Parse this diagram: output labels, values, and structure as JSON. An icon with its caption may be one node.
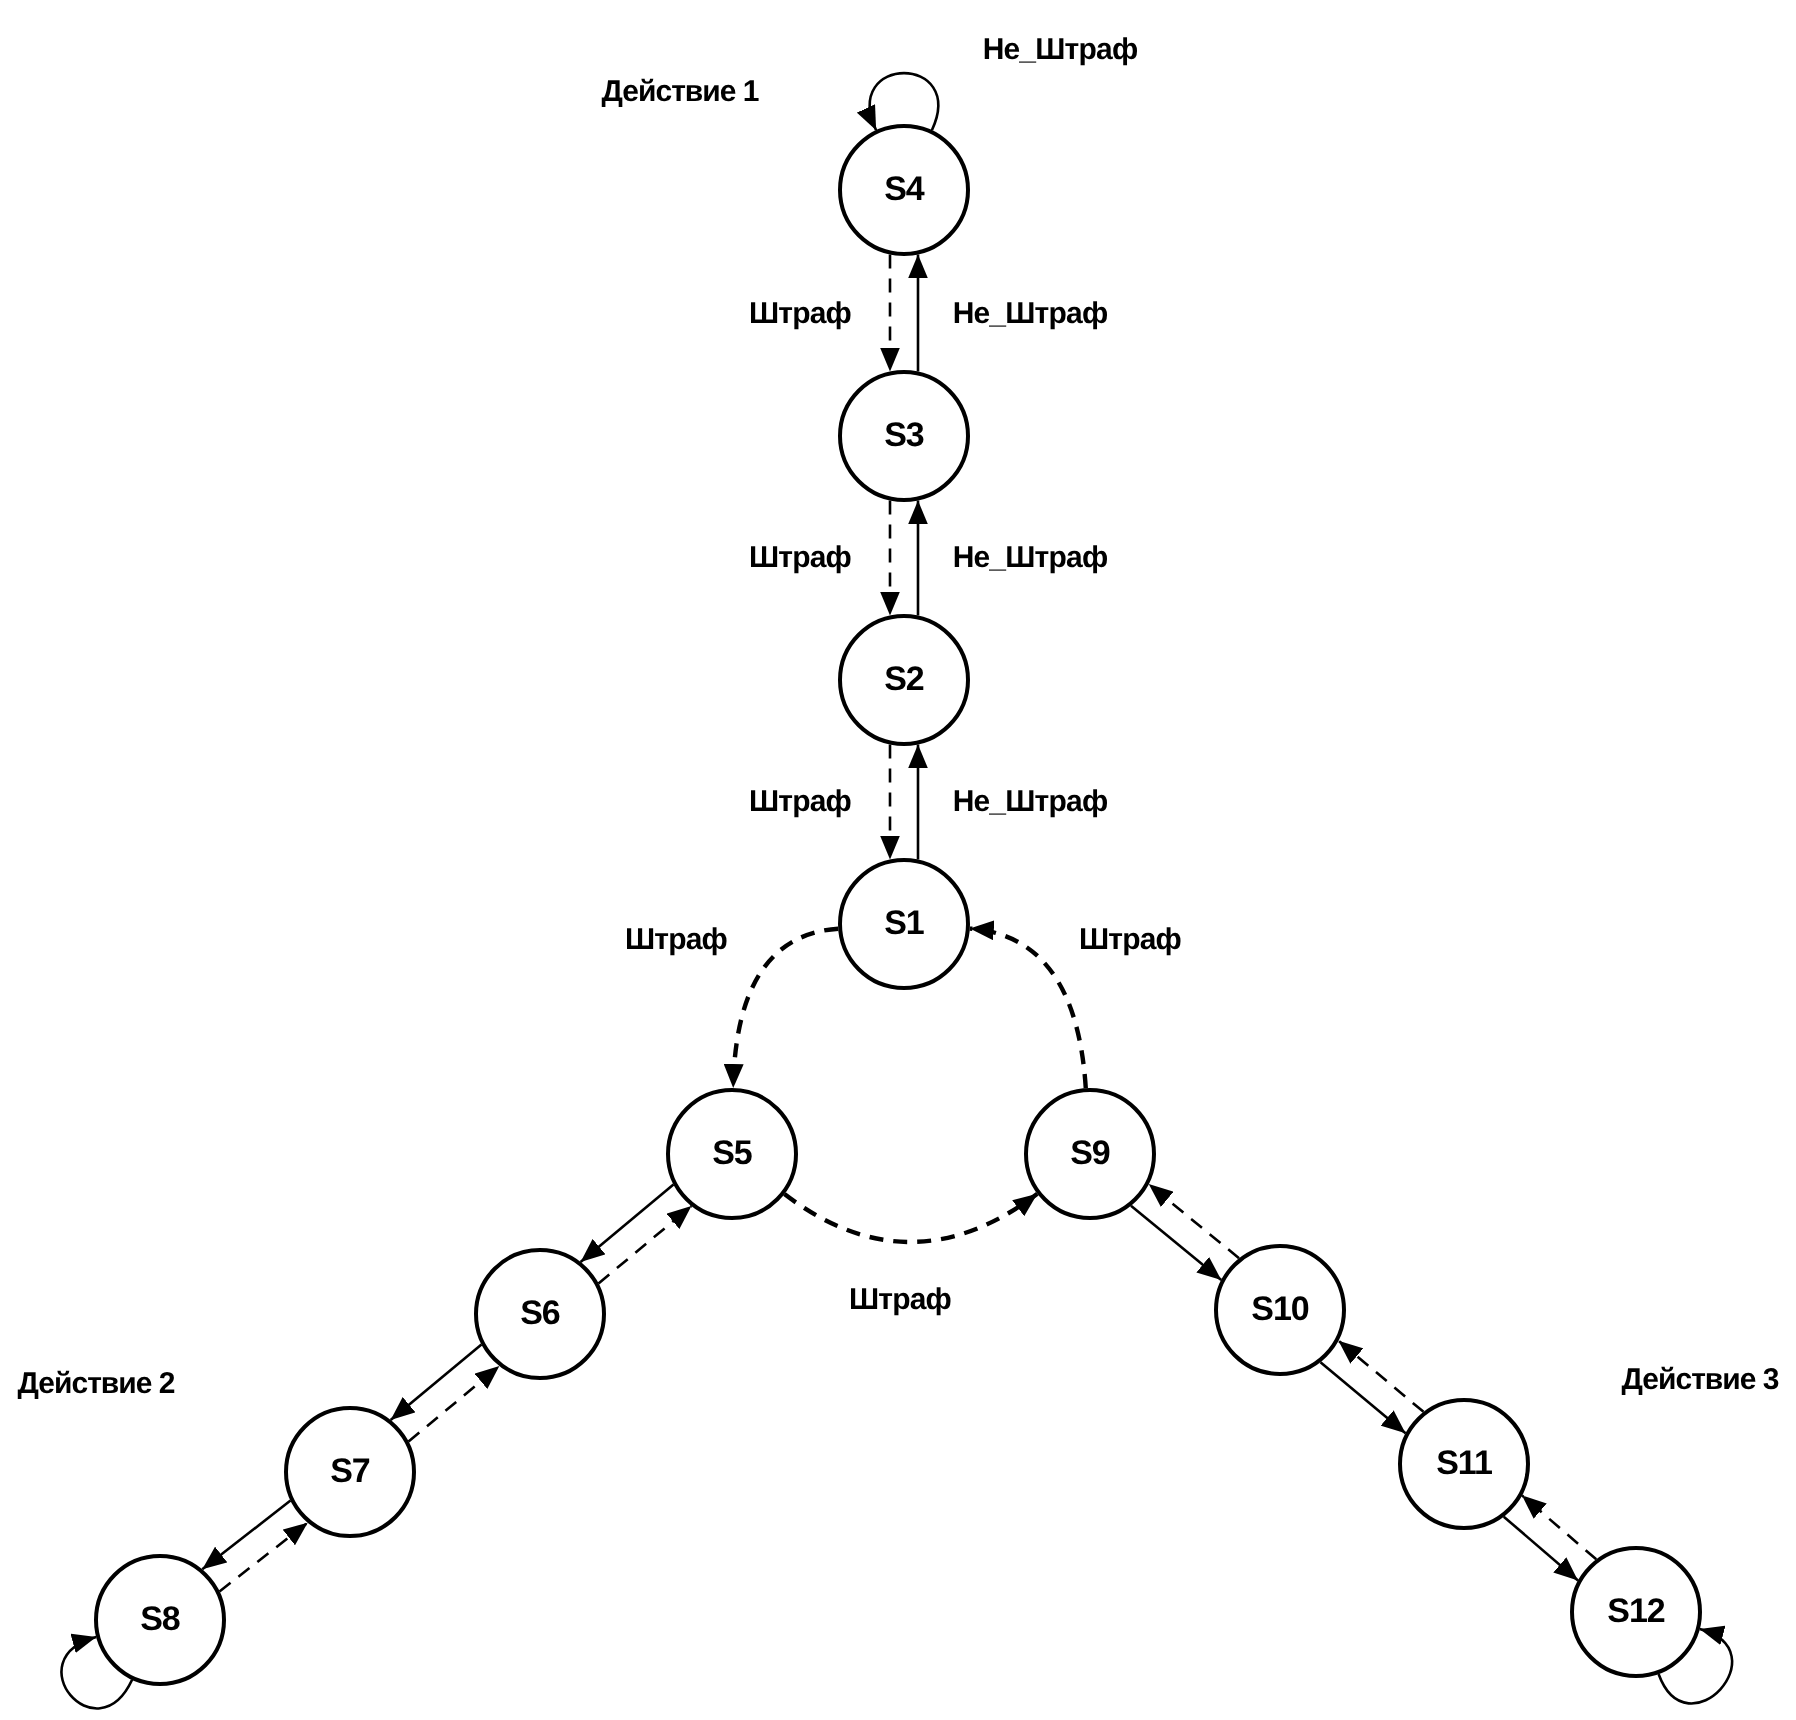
{
  "diagram": {
    "nodes": [
      {
        "text": [
          "S4"
        ]
      },
      {
        "text": [
          "S3"
        ]
      },
      {
        "text": [
          "S2"
        ]
      },
      {
        "text": [
          "S1"
        ]
      },
      {
        "text": [
          "S5"
        ]
      },
      {
        "text": [
          "S9"
        ]
      },
      {
        "text": [
          "S6"
        ]
      },
      {
        "text": [
          "S10"
        ]
      },
      {
        "text": [
          "S7"
        ]
      },
      {
        "text": [
          "S11"
        ]
      },
      {
        "text": [
          "S8"
        ]
      },
      {
        "text": [
          "S12"
        ]
      }
    ],
    "edges": [
      {
        "from": 0,
        "to": 0,
        "arrow": "to",
        "label": "Не_Штраф"
      },
      {
        "from": 0,
        "to": 1,
        "arrow": "to",
        "label": "Штраф",
        "style": "dashed"
      },
      {
        "from": 1,
        "to": 0,
        "arrow": "to",
        "label": "Не_Штраф"
      },
      {
        "from": 1,
        "to": 2,
        "arrow": "to",
        "label": "Штраф",
        "style": "dashed"
      },
      {
        "from": 2,
        "to": 1,
        "arrow": "to",
        "label": "Не_Штраф"
      },
      {
        "from": 2,
        "to": 3,
        "arrow": "to",
        "label": "Штраф",
        "style": "dashed"
      },
      {
        "from": 3,
        "to": 2,
        "arrow": "to",
        "label": "Не_Штраф"
      },
      {
        "from": 3,
        "to": 4,
        "arrow": "to",
        "label": "Штраф",
        "style": "dashed"
      },
      {
        "from": 4,
        "to": 5,
        "arrow": "to",
        "label": "Штраф",
        "style": "dashed"
      },
      {
        "from": 5,
        "to": 3,
        "arrow": "to",
        "label": "Штраф",
        "style": "dashed"
      },
      {
        "from": 4,
        "to": 6,
        "arrow": "to"
      },
      {
        "from": 6,
        "to": 4,
        "arrow": "to",
        "style": "dashed"
      },
      {
        "from": 6,
        "to": 8,
        "arrow": "to"
      },
      {
        "from": 8,
        "to": 6,
        "arrow": "to",
        "style": "dashed"
      },
      {
        "from": 8,
        "to": 10,
        "arrow": "to"
      },
      {
        "from": 10,
        "to": 8,
        "arrow": "to",
        "style": "dashed"
      },
      {
        "from": 10,
        "to": 10,
        "arrow": "to"
      },
      {
        "from": 5,
        "to": 7,
        "arrow": "to"
      },
      {
        "from": 7,
        "to": 5,
        "arrow": "to",
        "style": "dashed"
      },
      {
        "from": 7,
        "to": 9,
        "arrow": "to"
      },
      {
        "from": 9,
        "to": 7,
        "arrow": "to",
        "style": "dashed"
      },
      {
        "from": 9,
        "to": 11,
        "arrow": "to"
      },
      {
        "from": 11,
        "to": 9,
        "arrow": "to",
        "style": "dashed"
      },
      {
        "from": 11,
        "to": 11,
        "arrow": "to"
      }
    ],
    "labels": [
      "Действие 1",
      "Действие 2",
      "Действие 3"
    ]
  }
}
